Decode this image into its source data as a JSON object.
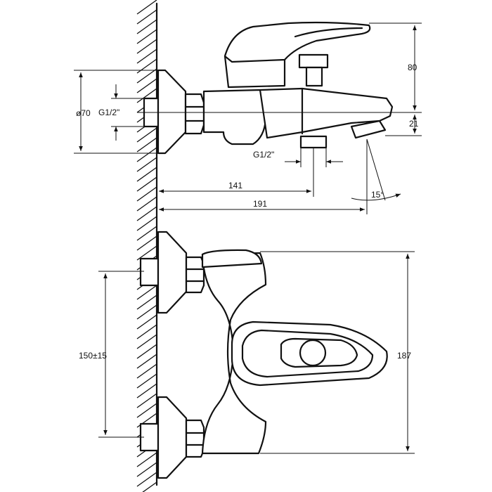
{
  "dimensions": {
    "height_80": "80",
    "height_21": "21",
    "diameter_70": "ø70",
    "thread_inlet": "G1/2\"",
    "thread_outlet": "G1/2\"",
    "length_141": "141",
    "length_191": "191",
    "angle_15": "15°",
    "spacing": "150±15",
    "width_187": "187"
  },
  "colors": {
    "line": "#111111",
    "background": "#ffffff"
  }
}
